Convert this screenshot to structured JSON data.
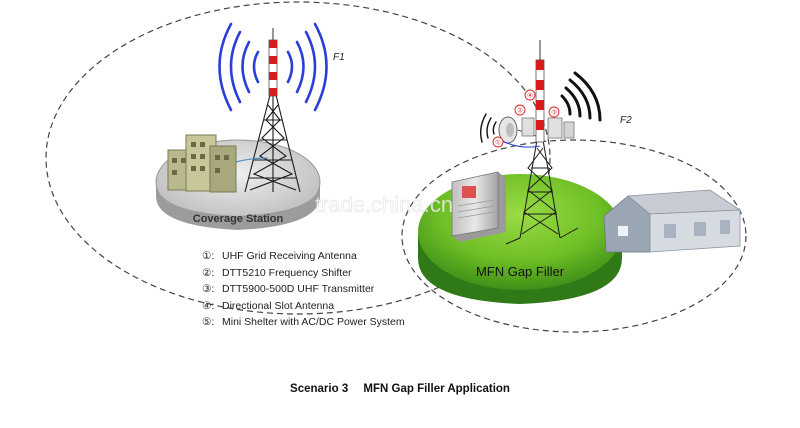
{
  "labels": {
    "f1": "F1",
    "f2": "F2",
    "coverage_station": "Coverage Station",
    "gap_filler": "MFN Gap Filler",
    "watermark": "trade.china.cn",
    "markers": [
      "①",
      "②",
      "③",
      "④"
    ]
  },
  "legend": [
    {
      "num": "①:",
      "text": "UHF Grid Receiving Antenna"
    },
    {
      "num": "②:",
      "text": "DTT5210 Frequency Shifter"
    },
    {
      "num": "③:",
      "text": "DTT5900-500D UHF Transmitter"
    },
    {
      "num": "④:",
      "text": "Directional Slot Antenna"
    },
    {
      "num": "⑤:",
      "text": "Mini Shelter with AC/DC Power System"
    }
  ],
  "caption": {
    "scenario": "Scenario 3",
    "title": "MFN Gap Filler Application"
  },
  "colors": {
    "wave_blue": "#2a3fd8",
    "wave_black": "#111111",
    "tower_red": "#d81c1c",
    "green_platform": "#6fbf26",
    "green_dark": "#2f7a17",
    "marker_red": "#d8201f"
  }
}
